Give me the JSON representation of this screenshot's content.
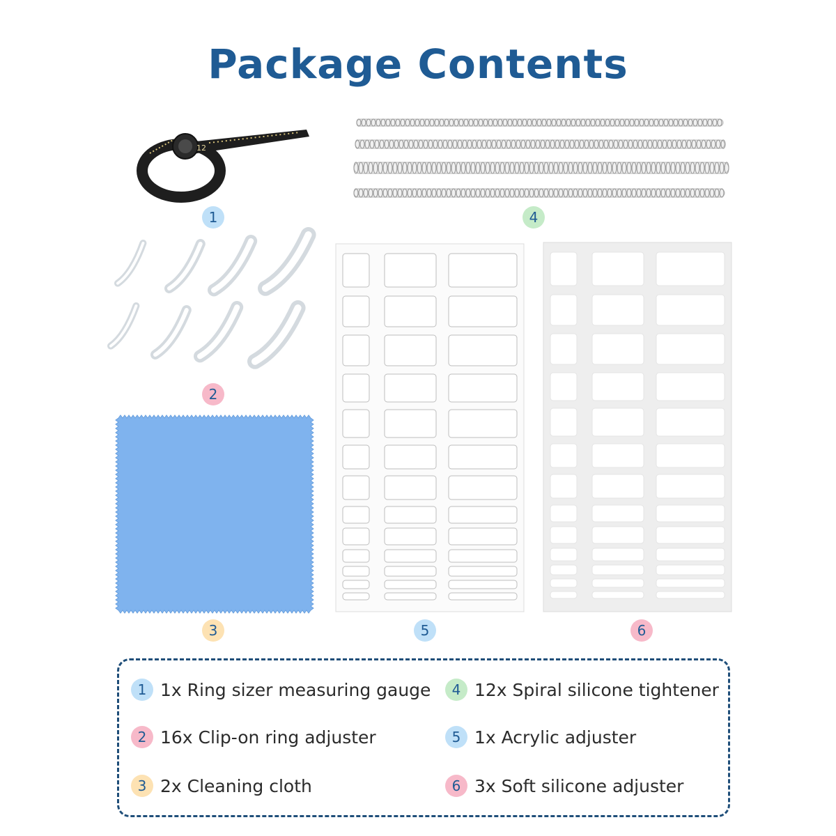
{
  "title": "Package Contents",
  "items": [
    {
      "num": "1",
      "label": "1x Ring sizer measuring gauge",
      "color": "#bfe0f8"
    },
    {
      "num": "2",
      "label": "16x Clip-on ring adjuster",
      "color": "#f7b9c9"
    },
    {
      "num": "3",
      "label": "2x Cleaning cloth",
      "color": "#fde2b3"
    },
    {
      "num": "4",
      "label": "12x Spiral silicone tightener",
      "color": "#c5ebc8"
    },
    {
      "num": "5",
      "label": "1x Acrylic adjuster",
      "color": "#bfe0f8"
    },
    {
      "num": "6",
      "label": "3x Soft silicone adjuster",
      "color": "#f7b9c9"
    }
  ],
  "sizer_number": "12",
  "colors": {
    "title": "#1f5b94",
    "cloth": "#7fb3ee",
    "legend_border": "#1f4e79"
  }
}
